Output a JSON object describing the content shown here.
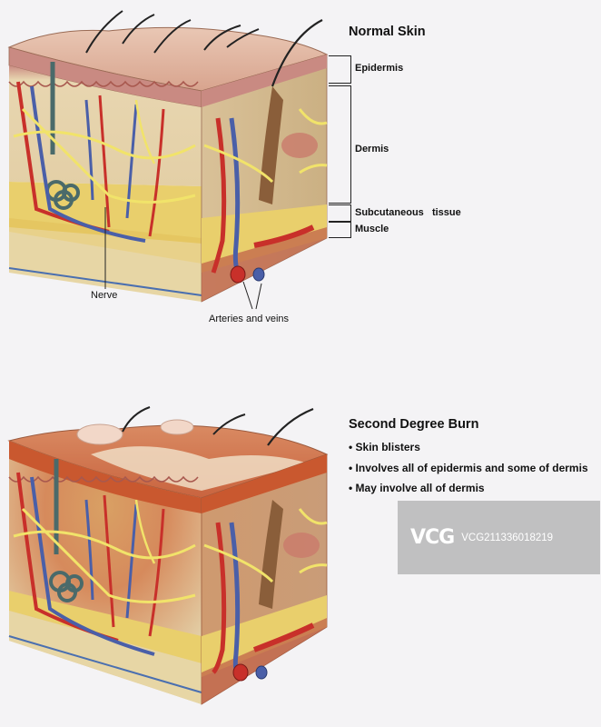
{
  "normal": {
    "title": "Normal Skin",
    "layers": [
      "Epidermis",
      "Dermis",
      "Subcutaneous   tissue",
      "Muscle"
    ],
    "nerve_label": "Nerve",
    "vessels_label": "Arteries and veins"
  },
  "burn": {
    "title": "Second Degree Burn",
    "bullets": [
      "• Skin blisters",
      "• Involves all of epidermis and some of dermis",
      "• May involve all of dermis"
    ]
  },
  "watermark": {
    "logo": "VCG",
    "code": "VCG211336018219"
  },
  "colors": {
    "background": "#f4f3f5",
    "epidermis": "#d9a98c",
    "dermis": "#e6d2a8",
    "fat": "#e9cf6c",
    "muscle": "#c0634a",
    "artery": "#c8302a",
    "vein": "#4a5fa8",
    "nerve": "#f1e36a",
    "burn": "#c9582f"
  }
}
